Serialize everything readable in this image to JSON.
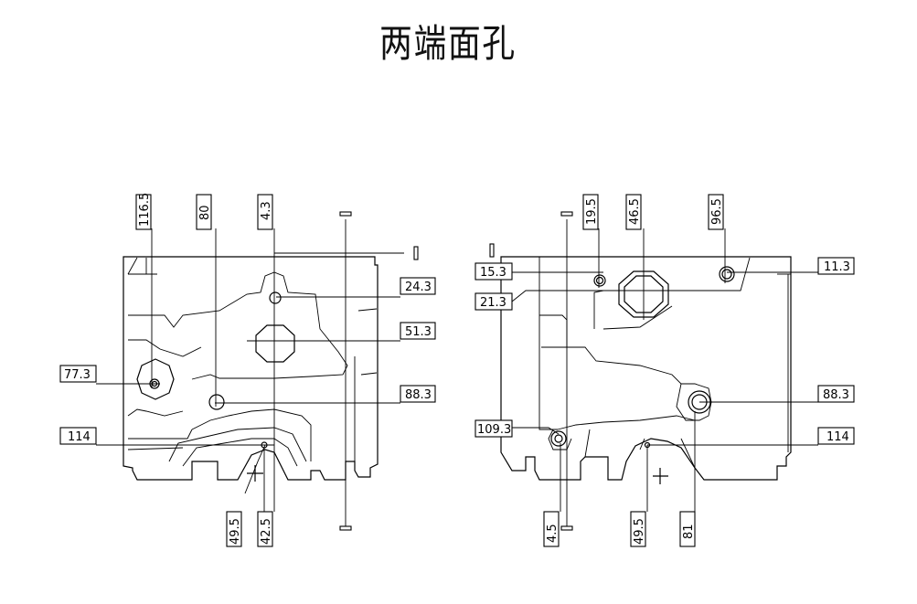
{
  "title": "两端面孔",
  "left_view": {
    "top_labels": [
      "116.5",
      "80",
      "4.3"
    ],
    "top_label_right": "I",
    "center_marks": [
      "I",
      "I"
    ],
    "right_labels": [
      "24.3",
      "51.3",
      "88.3"
    ],
    "left_labels": [
      "77.3",
      "114"
    ],
    "bottom_labels": [
      "49.5",
      "42.5"
    ]
  },
  "right_view": {
    "top_label_left": "I",
    "top_labels": [
      "19.5",
      "46.5",
      "96.5"
    ],
    "top_tick": "I",
    "left_labels": [
      "15.3",
      "21.3",
      "109.3"
    ],
    "right_labels": [
      "11.3",
      "88.3",
      "114"
    ],
    "bottom_labels": [
      "4.5",
      "49.5",
      "81"
    ],
    "bottom_tick": "I"
  }
}
